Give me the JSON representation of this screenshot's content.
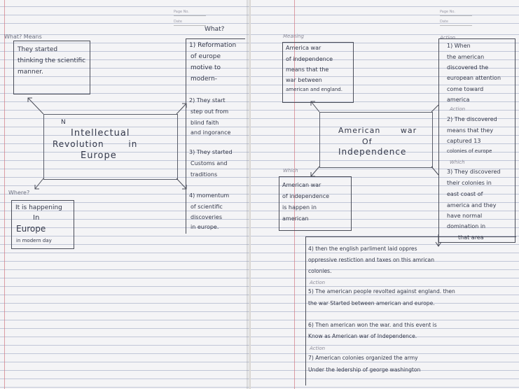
{
  "left_page": {
    "header": {
      "page_label": "Page No.",
      "date_label": "Date"
    },
    "center_title": [
      "Intellectual",
      "Revolution in",
      "Europe"
    ],
    "center_mark": "N",
    "what_mean": {
      "label": "What? Means",
      "lines": [
        "They started",
        "thinking the scientific",
        "manner."
      ]
    },
    "what": {
      "label": "What?",
      "points": [
        [
          "1) Reformation",
          "of europe",
          "motive to",
          "modern-"
        ],
        [
          "2) They start",
          "step out from",
          "blind faith",
          "and ingorance"
        ],
        [
          "3) They started",
          "Customs and",
          "traditions"
        ],
        [
          "4) momentum",
          "of scientific",
          "discoveries",
          "in europe."
        ]
      ]
    },
    "where": {
      "label": "Where?",
      "lines": [
        "It is happening",
        "In",
        "Europe",
        "in modern day"
      ]
    }
  },
  "right_page": {
    "header": {
      "page_label": "Page No.",
      "date_label": "Date"
    },
    "center_title": [
      "American war",
      "Of",
      "Independence"
    ],
    "meaning": {
      "label": "Meaning",
      "lines": [
        "America war",
        "of independence",
        "means that the",
        "war between",
        "american and england."
      ]
    },
    "which": {
      "label": "Which",
      "lines": [
        "American war",
        "of independence",
        "is happen in",
        "american"
      ]
    },
    "action": {
      "label": "Action",
      "points": [
        [
          "1) When",
          "the american",
          "discovered the",
          "european attention",
          "come toward",
          "america"
        ],
        [
          "2) The discovered",
          "means that they",
          "captured 13",
          "colonies of europe"
        ],
        [
          "3) They discovered",
          "their colonies in",
          "east coast of",
          "america and they",
          "have normal",
          "domination in",
          "that area"
        ]
      ]
    },
    "tags": [
      "Action",
      "Action",
      "Which"
    ],
    "notes": [
      {
        "tag": "",
        "lines": [
          "4) then the english parliment laid oppres",
          "oppressive restiction and taxes on this amrican",
          "colonies."
        ]
      },
      {
        "tag": "Action",
        "lines": [
          "5) The american people revolted against england. then",
          "the war Started between american and europe."
        ]
      },
      {
        "tag": "",
        "lines": [
          "6) Then american won the war. and this event is",
          "Know as American war of Independence."
        ]
      },
      {
        "tag": "Action",
        "lines": [
          "7) American colonies organized the army",
          "Under the ledership of george washington"
        ]
      }
    ]
  }
}
